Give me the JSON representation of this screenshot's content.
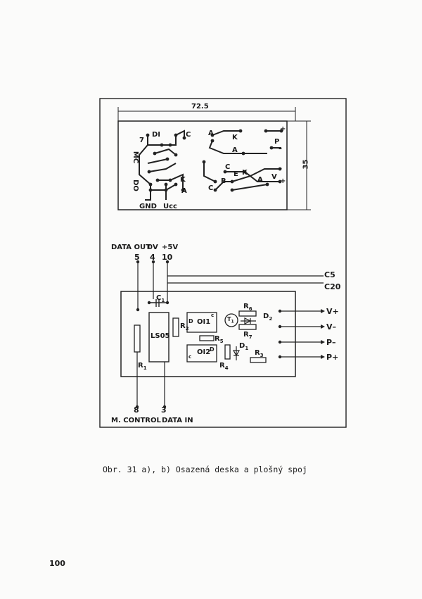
{
  "figure_a": {
    "dimension_width": "72.5",
    "dimension_height": "35",
    "labels": {
      "di": "DI",
      "c_top": "C",
      "seven": "7",
      "mc": "MC",
      "do": "DO",
      "k_left": "K",
      "a_left": "A",
      "gnd": "GND",
      "ucc": "Ucc",
      "a_upper": "A",
      "k_upper": "K",
      "a_mid": "A",
      "p": "P",
      "plus": "+",
      "minus": "–",
      "c_mid": "C",
      "e": "E",
      "k_mid": "K",
      "v": "V",
      "minus2": "–",
      "c_low": "C",
      "b": "B",
      "a_low": "A",
      "plus2": "+"
    }
  },
  "figure_b": {
    "top_terminals": {
      "data_out_label": "DATA OUT",
      "zero_v_label": "0V",
      "plus5v_label": "+5V",
      "pin_5": "5",
      "pin_4": "4",
      "pin_10": "10"
    },
    "side_bus": {
      "c5": "C5",
      "c20": "C20"
    },
    "components": {
      "c1": "C",
      "c1_sub": "1",
      "ls05": "LS05",
      "r1": "R",
      "r1_sub": "1",
      "r2": "R",
      "r2_sub": "2",
      "oi1": "OI1",
      "oi2": "OI2",
      "d_oi1": "D",
      "c_oi1": "c",
      "c_oi2": "c",
      "d_oi2": "D",
      "t1": "T",
      "t1_sub": "1",
      "r6": "R",
      "r6_sub": "6",
      "d2": "D",
      "d2_sub": "2",
      "r7": "R",
      "r7_sub": "7",
      "r5": "R",
      "r5_sub": "5",
      "r4": "R",
      "r4_sub": "4",
      "d1": "D",
      "d1_sub": "1",
      "r3": "R",
      "r3_sub": "3"
    },
    "outputs": {
      "v_plus": "V+",
      "v_minus": "V–",
      "p_minus": "P–",
      "p_plus": "P+"
    },
    "bottom_terminals": {
      "pin_8": "8",
      "pin_3": "3",
      "m_control": "M. CONTROL",
      "data_in": "DATA IN"
    }
  },
  "caption": "Obr. 31 a), b) Osazená deska a plošný spoj",
  "page_number": "100"
}
